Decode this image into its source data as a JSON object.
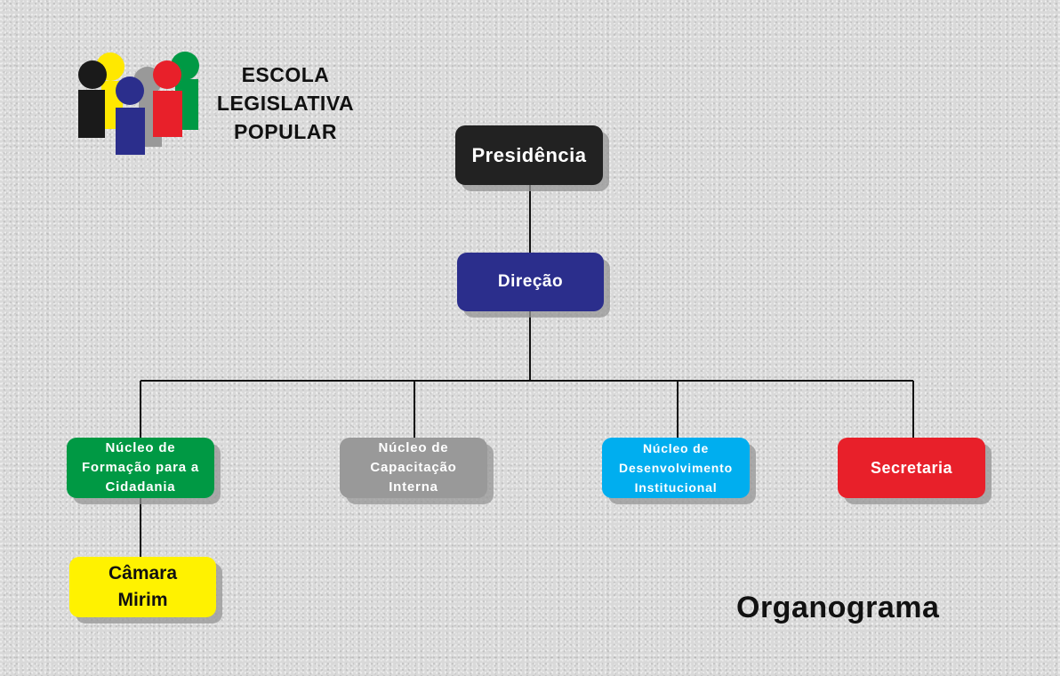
{
  "brand": {
    "line1": "ESCOLA",
    "line2": "LEGISLATIVA",
    "line3": "POPULAR",
    "logo_colors": [
      "#FFE800",
      "#999999",
      "#009944",
      "#1A1A1A",
      "#2B2E8C",
      "#E8202A"
    ]
  },
  "nodes": {
    "presidencia": {
      "label": "Presidência",
      "color": "#222222"
    },
    "direcao": {
      "label": "Direção",
      "color": "#2B2E8C"
    },
    "formacao": {
      "label": "Núcleo de Formação para a Cidadania",
      "color": "#009944"
    },
    "capacitacao": {
      "label": "Núcleo de Capacitação Interna",
      "color": "#999999"
    },
    "desenvolvimento": {
      "label": "Núcleo de Desenvolvimento Institucional",
      "color": "#00AEEF"
    },
    "secretaria": {
      "label": "Secretaria",
      "color": "#E8202A"
    },
    "camara": {
      "label": "Câmara Mirim",
      "color": "#FFF200"
    }
  },
  "title": "Organograma"
}
